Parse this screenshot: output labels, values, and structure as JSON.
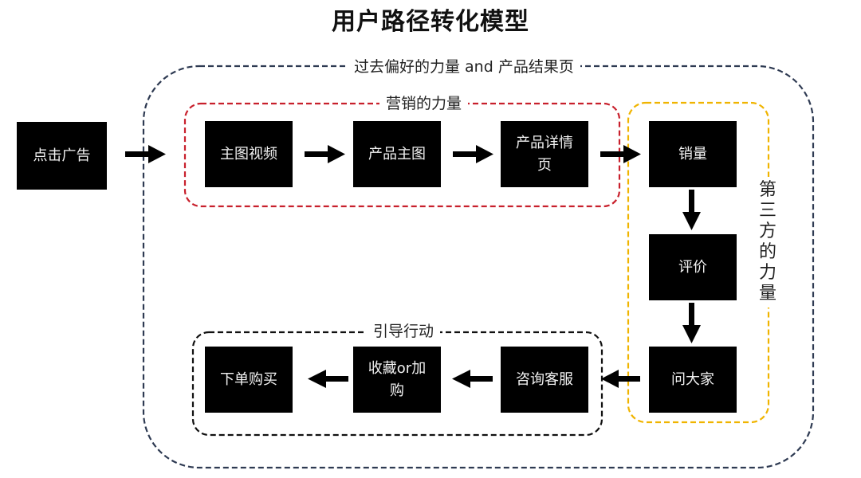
{
  "title": "用户路径转化模型",
  "groups": {
    "outer": {
      "label": "过去偏好的力量 and 产品结果页",
      "color": "#2e3a52"
    },
    "marketing": {
      "label": "营销的力量",
      "color": "#c8202c"
    },
    "third_party": {
      "label": "第三方的力量",
      "color": "#f0b400"
    },
    "guide": {
      "label": "引导行动",
      "color": "#111111"
    }
  },
  "nodes": {
    "click_ad": "点击广告",
    "main_video": "主图视频",
    "product_main_image": "产品主图",
    "product_detail": "产品详情页",
    "sales": "销量",
    "reviews": "评价",
    "ask_everyone": "问大家",
    "customer_service": "咨询客服",
    "favorite_or_cart": "收藏or加购",
    "place_order": "下单购买"
  },
  "flow": [
    "点击广告",
    "主图视频",
    "产品主图",
    "产品详情页",
    "销量",
    "评价",
    "问大家",
    "咨询客服",
    "收藏or加购",
    "下单购买"
  ]
}
